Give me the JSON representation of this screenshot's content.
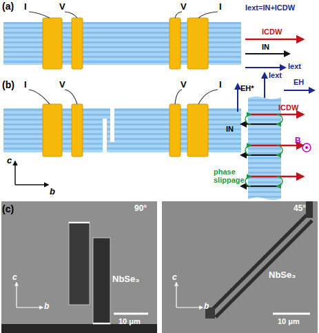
{
  "diagram": {
    "labels": [
      "(a)",
      "I",
      "V",
      "V",
      "I",
      "Iext=IN+ICDW",
      "ICDW",
      "IN",
      "Iext",
      "(b)",
      "I",
      "V",
      "V",
      "I",
      "c",
      "b",
      "EH*",
      "Iext",
      "EH",
      "ICDW",
      "IN",
      "phase slippage",
      "B",
      "(c)",
      "90°",
      "NbSe₃",
      "10 μm",
      "c",
      "b",
      "45°",
      "NbSe₃",
      "10 μm",
      "c",
      "b"
    ]
  }
}
